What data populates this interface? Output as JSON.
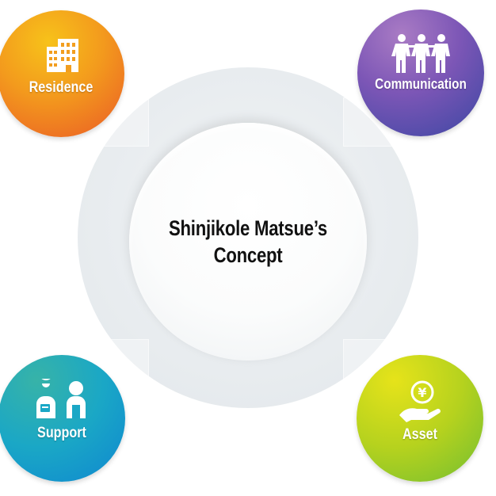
{
  "concept": {
    "title": "Shinjikole Matsue’s\nConcept"
  },
  "nodes": [
    {
      "key": "residence",
      "label": "Residence",
      "icon": "building-icon",
      "colors": [
        "#f7c21a",
        "#ea5a26"
      ]
    },
    {
      "key": "communication",
      "label": "Communication",
      "icon": "people-group-icon",
      "colors": [
        "#a97bc4",
        "#3b47a3"
      ]
    },
    {
      "key": "support",
      "label": "Support",
      "icon": "support-staff-icon",
      "colors": [
        "#37b3a8",
        "#0f87d0"
      ]
    },
    {
      "key": "asset",
      "label": "Asset",
      "icon": "yen-coin-hand-icon",
      "colors": [
        "#e6e31a",
        "#72be31"
      ]
    }
  ]
}
